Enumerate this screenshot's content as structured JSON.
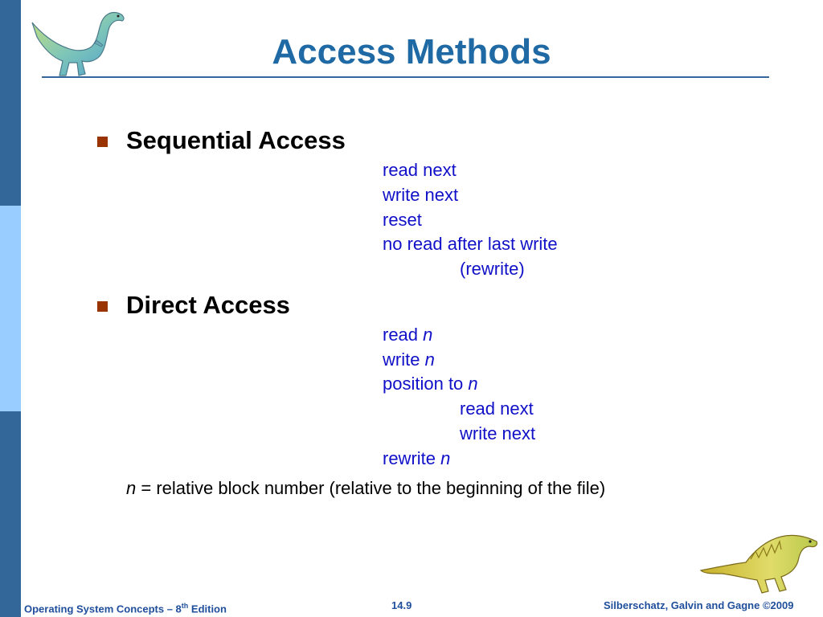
{
  "colors": {
    "sidebar_dark": "#336699",
    "sidebar_light": "#99ccff",
    "title": "#1f6aa5",
    "bullet": "#993300",
    "operation_text": "#1010c8",
    "footer_text": "#1f4e9b"
  },
  "title": "Access Methods",
  "sections": [
    {
      "heading": "Sequential Access",
      "operations": [
        {
          "text": "read next"
        },
        {
          "text": "write next"
        },
        {
          "text": "reset"
        },
        {
          "text": "no read after last write"
        },
        {
          "text": "(rewrite)"
        }
      ]
    },
    {
      "heading": "Direct Access",
      "operations": [
        {
          "text": "read ",
          "var": "n"
        },
        {
          "text": "write ",
          "var": "n"
        },
        {
          "text": "position to ",
          "var": "n"
        },
        {
          "text": "read next"
        },
        {
          "text": "write next"
        },
        {
          "text": "rewrite ",
          "var": "n"
        }
      ]
    }
  ],
  "note": {
    "var": "n",
    "text": " = relative block number (relative to the beginning of the file)"
  },
  "footer": {
    "left_prefix": "Operating System Concepts – 8",
    "left_sup": "th",
    "left_suffix": " Edition",
    "center": "14.9",
    "right": "Silberschatz, Galvin and Gagne ©2009"
  },
  "icons": [
    "dinosaur-icon-top",
    "dinosaur-icon-bottom"
  ]
}
